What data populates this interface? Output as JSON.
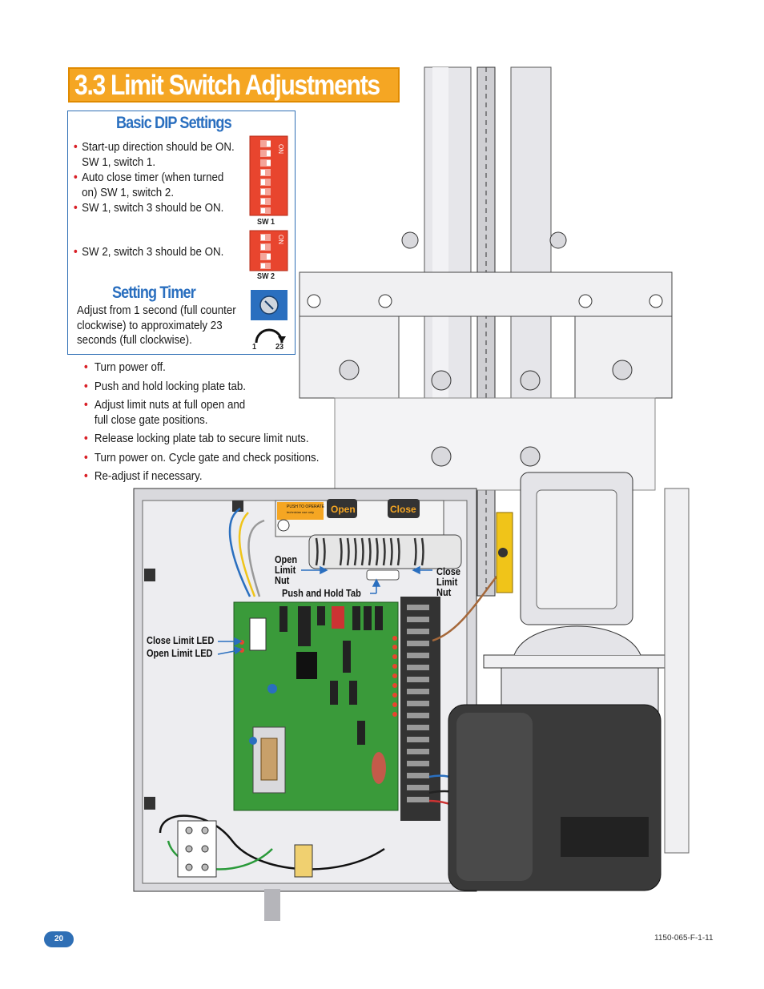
{
  "title": "3.3 Limit Switch Adjustments",
  "dip_settings": {
    "heading": "Basic DIP Settings",
    "bullets": [
      "Start-up direction should be ON. SW 1, switch 1.",
      "Auto close timer (when turned on) SW 1, switch 2.",
      "SW 1, switch 3 should be ON."
    ],
    "sw2_bullet": "SW 2, switch 3 should be ON.",
    "sw1_label": "SW 1",
    "sw2_label": "SW 2",
    "on_label": "ON"
  },
  "timer": {
    "heading": "Setting Timer",
    "text": "Adjust from 1 second (full counter clockwise) to approximately 23 seconds (full clockwise).",
    "dial_min": "1",
    "dial_max": "23"
  },
  "steps": [
    "Turn power off.",
    "Push and hold locking plate tab.",
    "Adjust limit nuts at full open and full close gate positions.",
    "Release locking plate tab to secure limit nuts.",
    "Turn power on. Cycle gate and check positions.",
    "Re-adjust if necessary."
  ],
  "callouts": {
    "open_limit_nut": "Open Limit Nut",
    "close_limit_nut": "Close Limit Nut",
    "push_hold_tab": "Push and Hold Tab",
    "close_limit_led": "Close Limit LED",
    "open_limit_led": "Open Limit LED"
  },
  "switch_labels": {
    "open": "Open",
    "close": "Close",
    "push_to_operate": "PUSH TO OPERATE",
    "technician_use_only": "technician use only"
  },
  "footer": {
    "page_number": "20",
    "doc_code": "1150-065-F-1-11"
  },
  "colors": {
    "accent_orange": "#f5a623",
    "heading_blue": "#2a6fbf",
    "bullet_red": "#d91f26",
    "board_green": "#3a9a3a",
    "motor_dark": "#3a3a3a"
  }
}
